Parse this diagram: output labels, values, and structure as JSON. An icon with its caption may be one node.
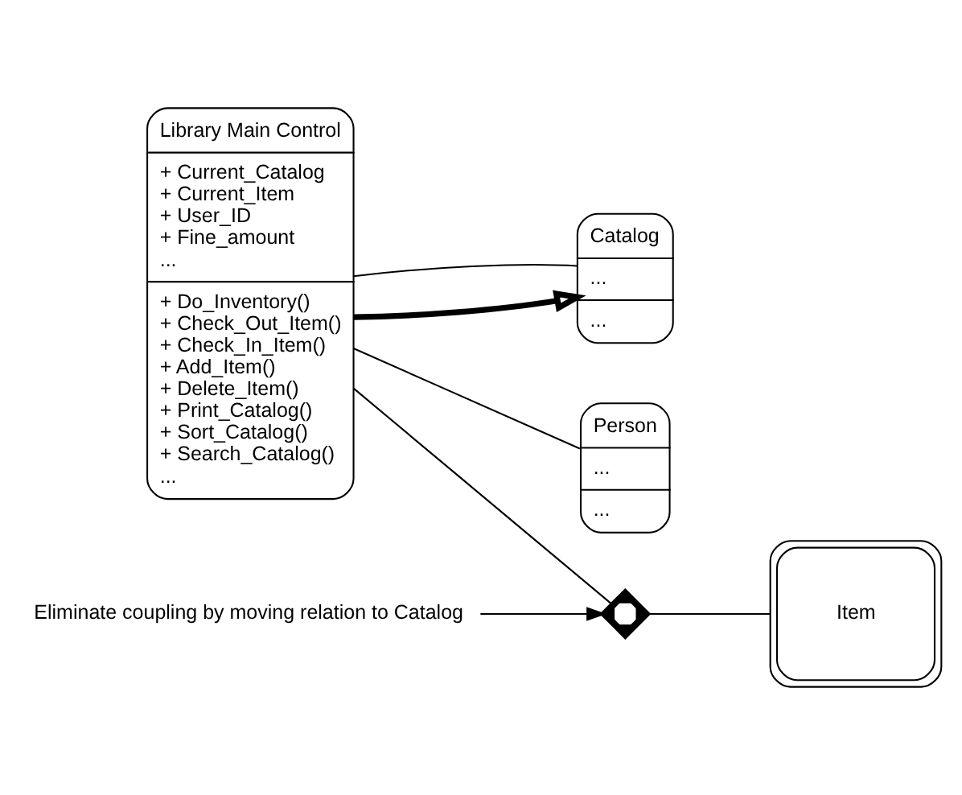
{
  "diagram": {
    "nodes": [
      {
        "text": [
          "Library Main Control",
          "+ Current_Catalog + Current_Item + User_ID + Fine_amount ...",
          "+ Do_Inventory() + Check_Out_Item() + Check_In_Item() + Add_Item() + Delete_Item() + Print_Catalog() + Sort_Catalog() + Search_Catalog() ..."
        ]
      },
      {
        "text": [
          "Catalog",
          "...",
          "..."
        ]
      },
      {
        "text": [
          "Person",
          "...",
          "..."
        ]
      },
      {
        "text": [
          "Item"
        ]
      },
      {
        "text": [],
        "shape": "cross"
      },
      {
        "text": [
          "Eliminate coupling by moving relation to Catalog"
        ]
      }
    ],
    "edges": [
      {
        "from": 0,
        "to": 1,
        "arrow": "to",
        "style": "thick"
      },
      {
        "from": 1,
        "to": 0,
        "arrow": "none"
      },
      {
        "from": 0,
        "to": 2,
        "arrow": "none"
      },
      {
        "from": 0,
        "to": 4,
        "arrow": "none"
      },
      {
        "from": 4,
        "to": 3,
        "arrow": "none"
      },
      {
        "from": 5,
        "to": 4,
        "arrow": "to"
      }
    ]
  }
}
